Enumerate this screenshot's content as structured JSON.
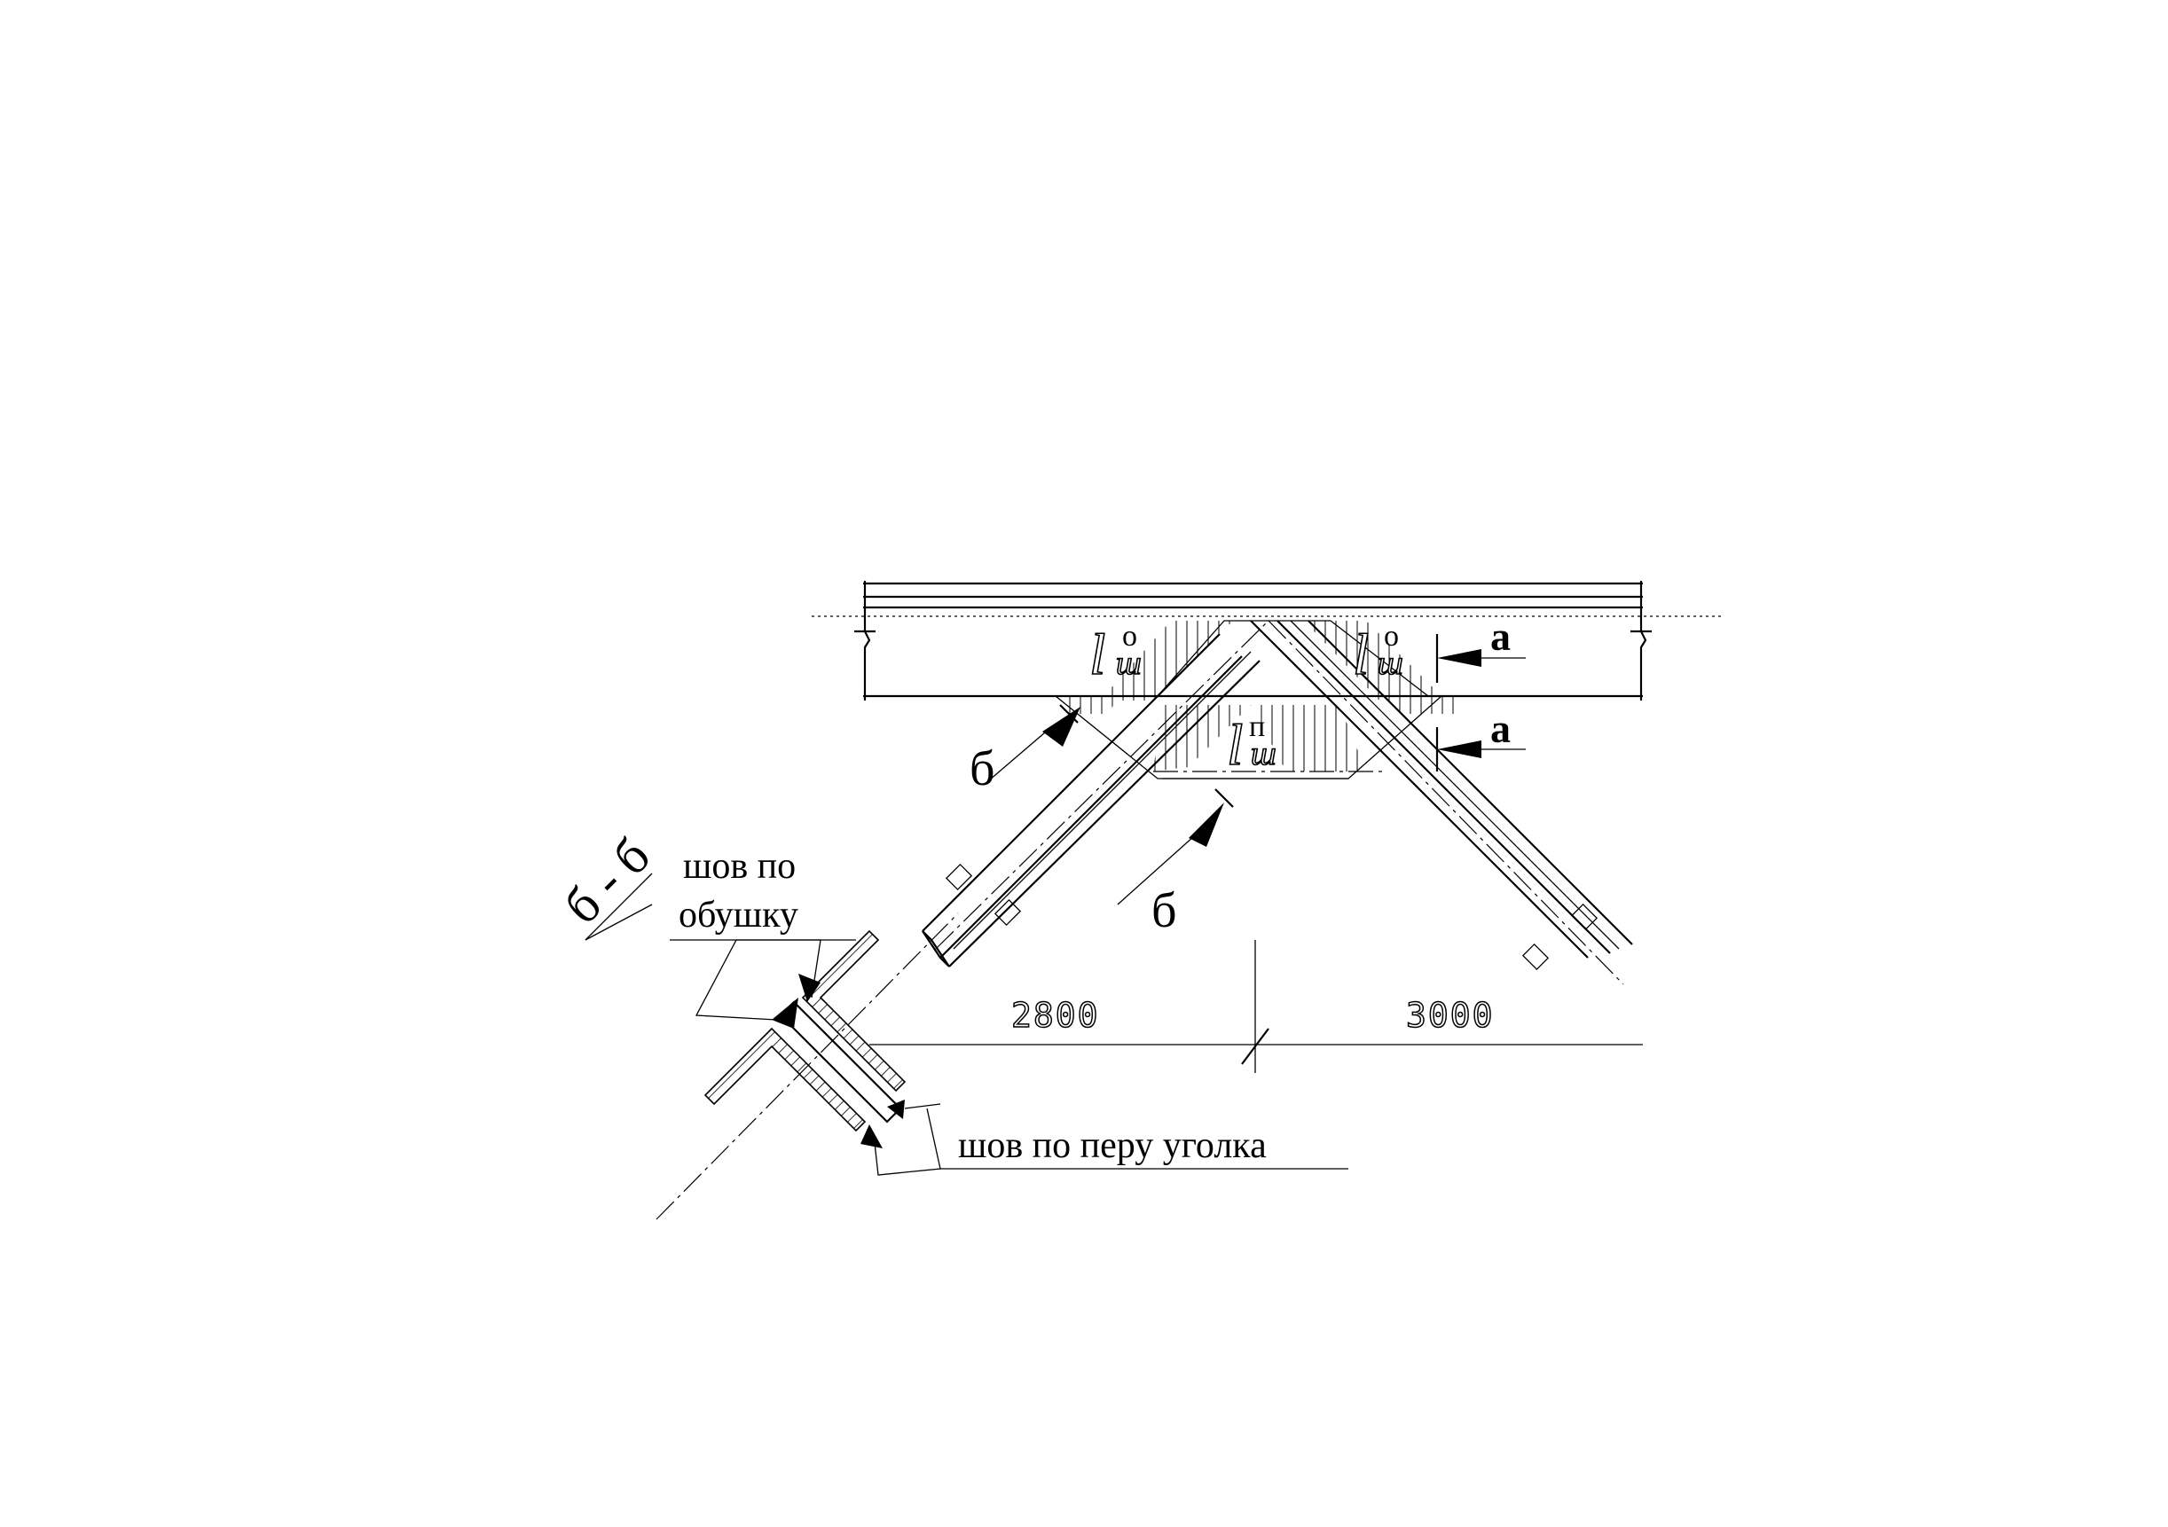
{
  "section_label": "б - б",
  "cut_labels": {
    "left": "б",
    "right": "б"
  },
  "section_a_labels": {
    "top": "а",
    "bottom": "а"
  },
  "weld_symbols": {
    "left_main": "l",
    "left_sup": "о",
    "left_sub": "ш",
    "right_main": "l",
    "right_sup": "о",
    "right_sub": "ш",
    "center_main": "l",
    "center_sup": "п",
    "center_sub": "ш"
  },
  "notes": {
    "heel_weld_line1": "шов по",
    "heel_weld_line2": "обушку",
    "toe_weld": "шов по перу уголка"
  },
  "dimensions": {
    "left": "2800",
    "right": "3000"
  },
  "colors": {
    "ink": "#000000",
    "paper": "#ffffff"
  }
}
